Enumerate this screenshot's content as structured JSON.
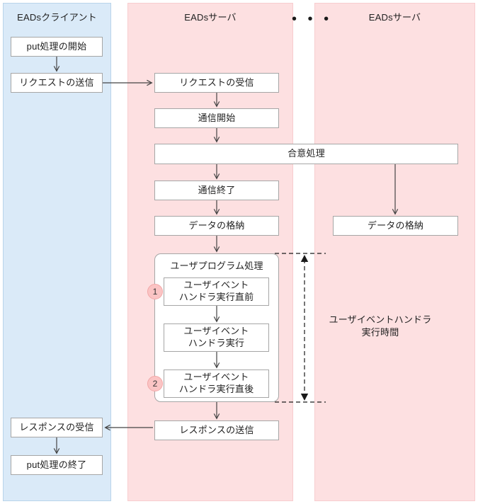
{
  "diagram": {
    "lanes": [
      {
        "id": "client",
        "title": "EADsクライアント"
      },
      {
        "id": "server_primary",
        "title": "EADsサーバ"
      },
      {
        "id": "server_secondary",
        "title": "EADsサーバ"
      }
    ],
    "ellipsis": "• • •",
    "client_nodes": [
      {
        "id": "put_start",
        "label": "put処理の開始"
      },
      {
        "id": "send_request",
        "label": "リクエストの送信"
      },
      {
        "id": "receive_response",
        "label": "レスポンスの受信"
      },
      {
        "id": "put_end",
        "label": "put処理の終了"
      }
    ],
    "primary_server_nodes": [
      {
        "id": "receive_request",
        "label": "リクエストの受信"
      },
      {
        "id": "comm_start",
        "label": "通信開始"
      },
      {
        "id": "comm_end",
        "label": "通信終了"
      },
      {
        "id": "store_data",
        "label": "データの格納"
      },
      {
        "id": "send_response",
        "label": "レスポンスの送信"
      }
    ],
    "consensus_node": {
      "id": "consensus",
      "label": "合意処理"
    },
    "secondary_server_nodes": [
      {
        "id": "store_data_secondary",
        "label": "データの格納"
      }
    ],
    "user_program_group": {
      "title": "ユーザプログラム処理",
      "steps": [
        {
          "badge": "1",
          "line1": "ユーザイベント",
          "line2": "ハンドラ実行直前"
        },
        {
          "badge": "",
          "line1": "ユーザイベント",
          "line2": "ハンドラ実行"
        },
        {
          "badge": "2",
          "line1": "ユーザイベント",
          "line2": "ハンドラ実行直後"
        }
      ]
    },
    "measurement": {
      "line1": "ユーザイベントハンドラ",
      "line2": "実行時間"
    },
    "colors": {
      "client_lane": "#daeaf8",
      "server_lane": "#fde0e1",
      "node_border": "#a6a6a6",
      "badge_fill": "#fbc4c4",
      "arrow": "#444444"
    }
  }
}
